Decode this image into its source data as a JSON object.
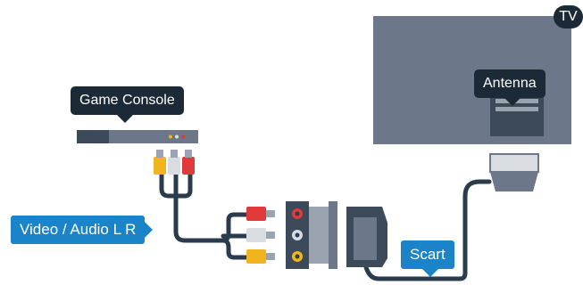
{
  "labels": {
    "tv": "TV",
    "antenna": "Antenna",
    "game_console": "Game Console",
    "video_audio": "Video / Audio L R",
    "scart": "Scart"
  },
  "colors": {
    "device_dark": "#3c4a5a",
    "device_mid": "#6c7889",
    "device_light": "#9aa4b0",
    "cable": "#2a3b4d",
    "callout_dark": "#1c2a38",
    "callout_blue": "#1b84c8",
    "plug_red": "#e03a3a",
    "plug_white": "#d9dde2",
    "plug_yellow": "#f0b51e"
  }
}
